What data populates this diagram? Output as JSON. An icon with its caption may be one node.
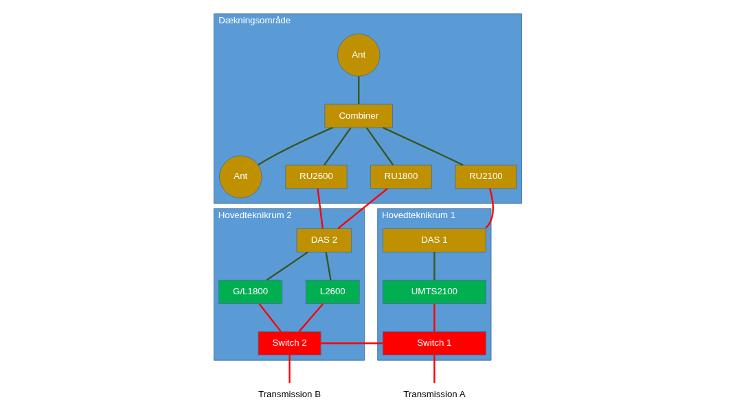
{
  "diagram": {
    "nodes": [
      {
        "text": [
          "Dækningsområde"
        ]
      },
      {
        "text": [
          "Ant"
        ],
        "in": 0
      },
      {
        "text": [
          "Combiner"
        ],
        "in": 0
      },
      {
        "text": [
          "Ant"
        ],
        "in": 0
      },
      {
        "text": [
          "RU2600"
        ],
        "in": 0
      },
      {
        "text": [
          "RU1800"
        ],
        "in": 0
      },
      {
        "text": [
          "RU2100"
        ],
        "in": 0
      },
      {
        "text": [
          "Hovedteknikrum 1"
        ]
      },
      {
        "text": [
          "DAS 1"
        ],
        "in": 7
      },
      {
        "text": [
          "UMTS2100"
        ],
        "in": 7
      },
      {
        "text": [
          "Switch 1"
        ],
        "in": 7
      },
      {
        "text": [
          "Hovedteknikrum 2"
        ]
      },
      {
        "text": [
          "DAS 2"
        ],
        "in": 11
      },
      {
        "text": [
          "G/L1800"
        ],
        "in": 11
      },
      {
        "text": [
          "L2600"
        ],
        "in": 11
      },
      {
        "text": [
          "Switch 2"
        ],
        "in": 11
      },
      {
        "text": [
          "Transmission A"
        ]
      },
      {
        "text": [
          "Transmission B"
        ]
      }
    ],
    "edges": [
      {
        "from": 1,
        "to": 2,
        "arrow": "none",
        "color": "#375623"
      },
      {
        "from": 2,
        "to": 3,
        "arrow": "none",
        "color": "#375623"
      },
      {
        "from": 2,
        "to": 4,
        "arrow": "none",
        "color": "#375623"
      },
      {
        "from": 2,
        "to": 5,
        "arrow": "none",
        "color": "#375623"
      },
      {
        "from": 2,
        "to": 6,
        "arrow": "none",
        "color": "#375623"
      },
      {
        "from": 6,
        "to": 8,
        "arrow": "none"
      },
      {
        "from": 4,
        "to": 12,
        "arrow": "none"
      },
      {
        "from": 5,
        "to": 12,
        "arrow": "none"
      },
      {
        "from": 8,
        "to": 9,
        "arrow": "none",
        "color": "#375623"
      },
      {
        "from": 9,
        "to": 10,
        "arrow": "none"
      },
      {
        "from": 12,
        "to": 13,
        "arrow": "none",
        "color": "#375623"
      },
      {
        "from": 12,
        "to": 14,
        "arrow": "none",
        "color": "#375623"
      },
      {
        "from": 13,
        "to": 15,
        "arrow": "none"
      },
      {
        "from": 14,
        "to": 15,
        "arrow": "none"
      },
      {
        "from": 10,
        "to": 15,
        "arrow": "none"
      },
      {
        "from": 10,
        "to": 16,
        "arrow": "none"
      },
      {
        "from": 15,
        "to": 17,
        "arrow": "none"
      }
    ]
  }
}
